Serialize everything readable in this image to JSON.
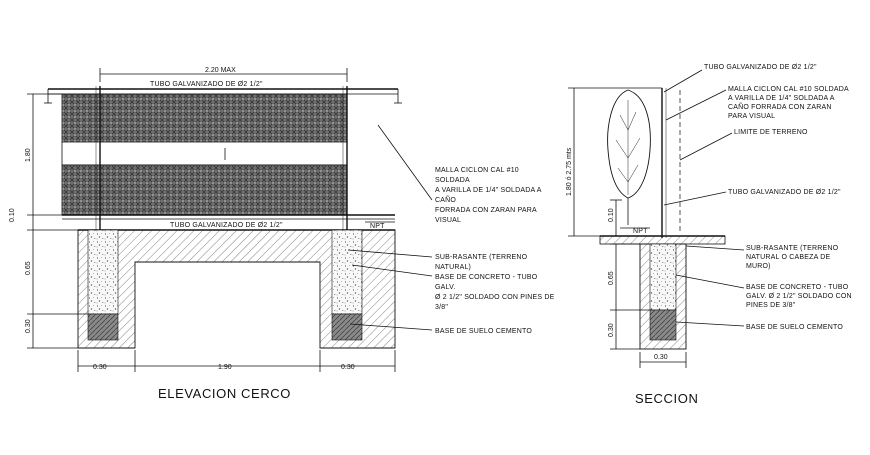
{
  "elevation": {
    "title": "ELEVACION CERCO",
    "dim_top": "2.20 MAX",
    "tube_top": "TUBO GALVANIZADO DE Ø2 1/2\"",
    "tube_bottom": "TUBO GALVANIZADO DE Ø2 1/2\"",
    "npt": "NPT",
    "dim_height": "1.80",
    "dim_010": "0.10",
    "dim_065": "0.65",
    "dim_030": "0.30",
    "dim_bottom_left": "0.30",
    "dim_bottom_mid": "1.90",
    "dim_bottom_right": "0.30",
    "note_mesh": [
      "MALLA CICLON CAL #10",
      "SOLDADA",
      "A VARILLA DE 1/4\" SOLDADA A",
      "CAÑO",
      "FORRADA CON ZARAN PARA",
      "VISUAL"
    ],
    "note_subrasante": [
      "SUB-RASANTE (TERRENO",
      "NATURAL)"
    ],
    "note_base": [
      "BASE DE CONCRETO - TUBO",
      "GALV.",
      "Ø 2 1/2\" SOLDADO CON PINES DE",
      "3/8\""
    ],
    "note_suelo": "BASE DE SUELO CEMENTO"
  },
  "section": {
    "title": "SECCION",
    "note_tube_top": "TUBO GALVANIZADO DE Ø2 1/2\"",
    "note_mesh": [
      "MALLA CICLON CAL #10 SOLDADA",
      "A VARILLA DE 1/4\" SOLDADA A",
      "CAÑO FORRADA CON ZARAN",
      "PARA VISUAL"
    ],
    "note_limite": "LIMITE DE TERRENO",
    "note_tube_low": "TUBO GALVANIZADO DE Ø2 1/2\"",
    "npt": "NPT",
    "dim_height": "1.80 ó 2.75 mts",
    "dim_010": "0.10",
    "dim_065": "0.65",
    "dim_030": "0.30",
    "dim_bottom": "0.30",
    "note_subrasante": [
      "SUB-RASANTE (TERRENO",
      "NATURAL O CABEZA DE",
      "MURO)"
    ],
    "note_base": [
      "BASE DE CONCRETO - TUBO",
      "GALV. Ø 2 1/2\" SOLDADO CON",
      "PINES DE 3/8\""
    ],
    "note_suelo": "BASE DE SUELO CEMENTO"
  }
}
